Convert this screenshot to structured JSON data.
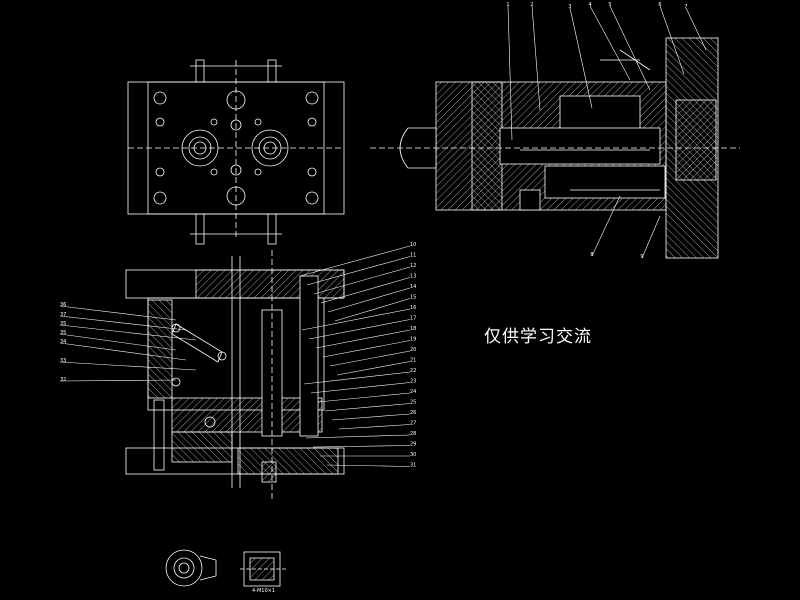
{
  "watermark": "仅供学习交流",
  "colors": {
    "background": "#000000",
    "line": "#ffffff",
    "leader": "#ffffff"
  },
  "callouts_top": [
    "1",
    "2",
    "3",
    "4",
    "5",
    "6",
    "7",
    "8",
    "9"
  ],
  "callouts_right": [
    "10",
    "11",
    "12",
    "13",
    "14",
    "15",
    "16",
    "17",
    "18",
    "19",
    "20",
    "21",
    "22",
    "23",
    "24",
    "25",
    "26",
    "27",
    "28",
    "29",
    "30",
    "31"
  ],
  "callouts_left": [
    "36",
    "37",
    "35",
    "35",
    "34",
    "33",
    "32"
  ],
  "detail_label": "4-M10×1"
}
